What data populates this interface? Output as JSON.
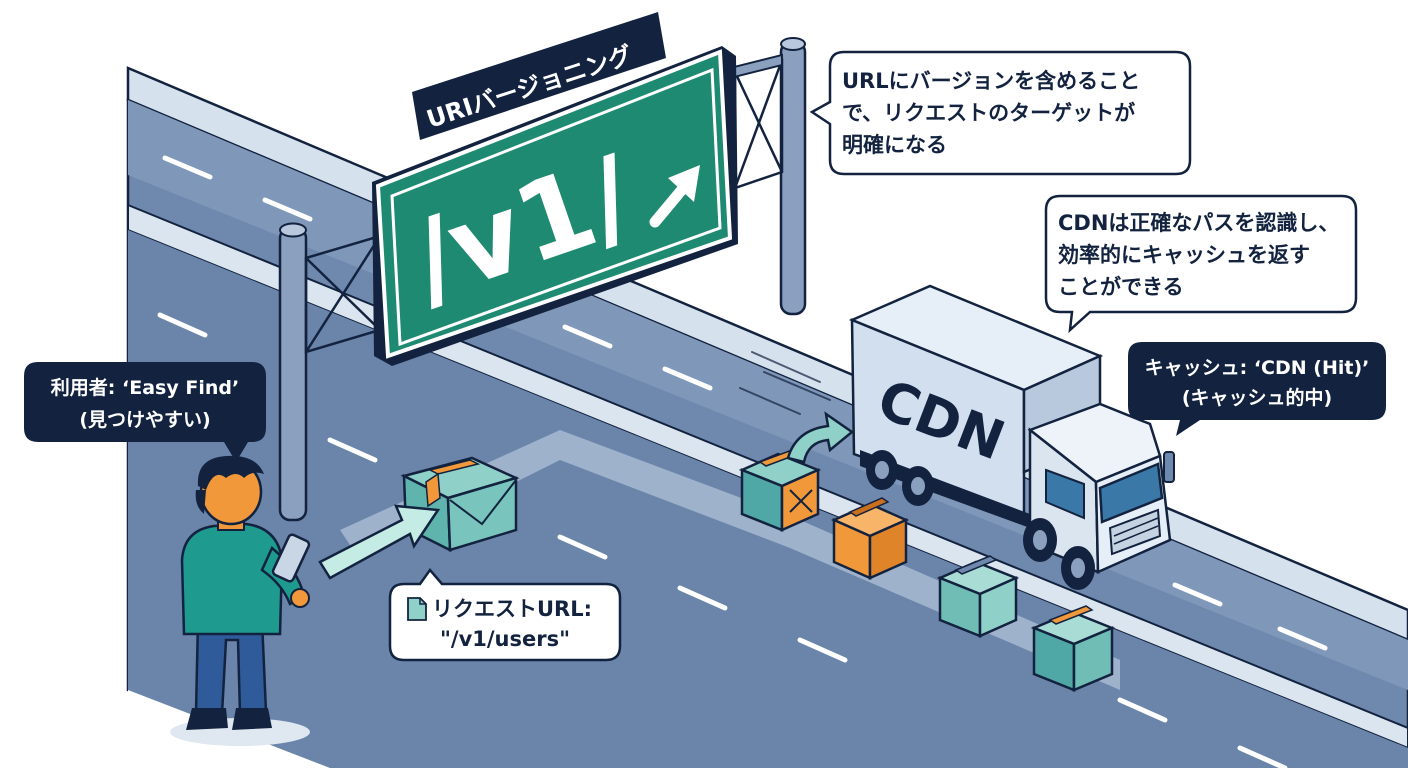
{
  "sign": {
    "header": "URIバージョニング",
    "main_text": "/v1/",
    "arrow_icon": "up-right-arrow-icon",
    "color": "#1f8a72"
  },
  "callouts": {
    "url_benefit": [
      "URLにバージョンを含めること",
      "で、リクエストのターゲットが",
      "明確になる"
    ],
    "cdn_benefit": [
      "CDNは正確なパスを認識し、",
      "効率的にキャッシュを返す",
      "ことができる"
    ],
    "cache_status": [
      "キャッシュ: ‘CDN (Hit)’",
      "(キャッシュ的中)"
    ],
    "user": [
      "利用者: ‘Easy Find’",
      "(見つけやすい)"
    ],
    "request": {
      "icon": "document-icon",
      "lines": [
        "リクエストURL:",
        "\"/v1/users\""
      ]
    }
  },
  "truck": {
    "label": "CDN"
  },
  "colors": {
    "navy": "#13233f",
    "road": "#6e88ad",
    "teal": "#4fa8a6",
    "orange": "#f0983a",
    "shirt": "#1f9a8f",
    "pole": "#8497b5"
  }
}
